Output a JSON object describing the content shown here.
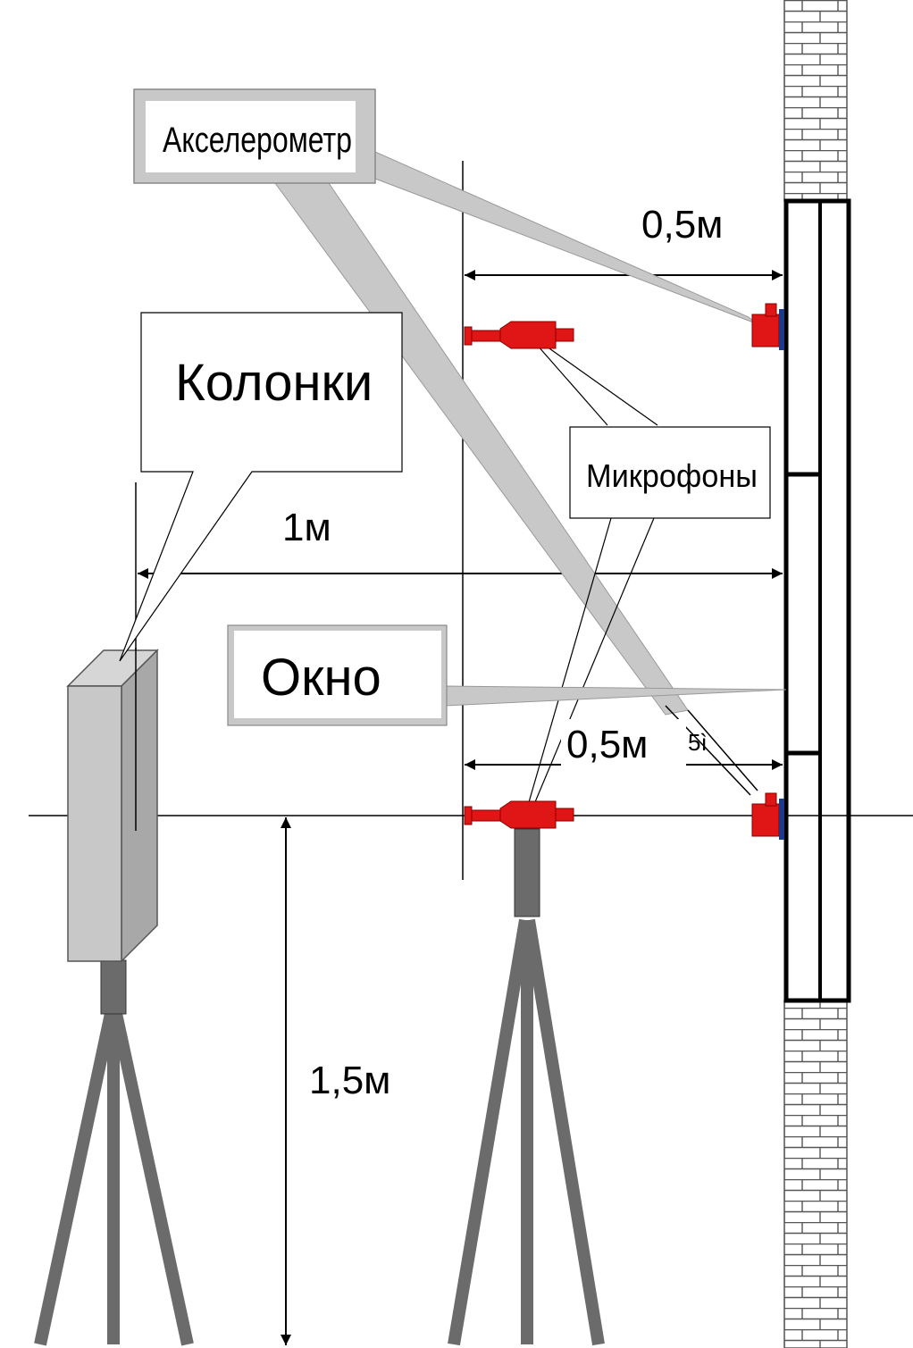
{
  "labels": {
    "accelerometer": "Акселерометр",
    "speakers": "Колонки",
    "microphones": "Микрофоны",
    "window": "Окно"
  },
  "dimensions": {
    "top_distance": "0,5м",
    "middle_distance": "1м",
    "bottom_distance": "0,5м",
    "height": "1,5м",
    "artifact": "5ì"
  },
  "colors": {
    "sensor_red": "#e01515",
    "tripod_gray": "#6b6b6b",
    "speaker_gray": "#c8c8c8",
    "callout_gray": "#c8c8c8"
  }
}
